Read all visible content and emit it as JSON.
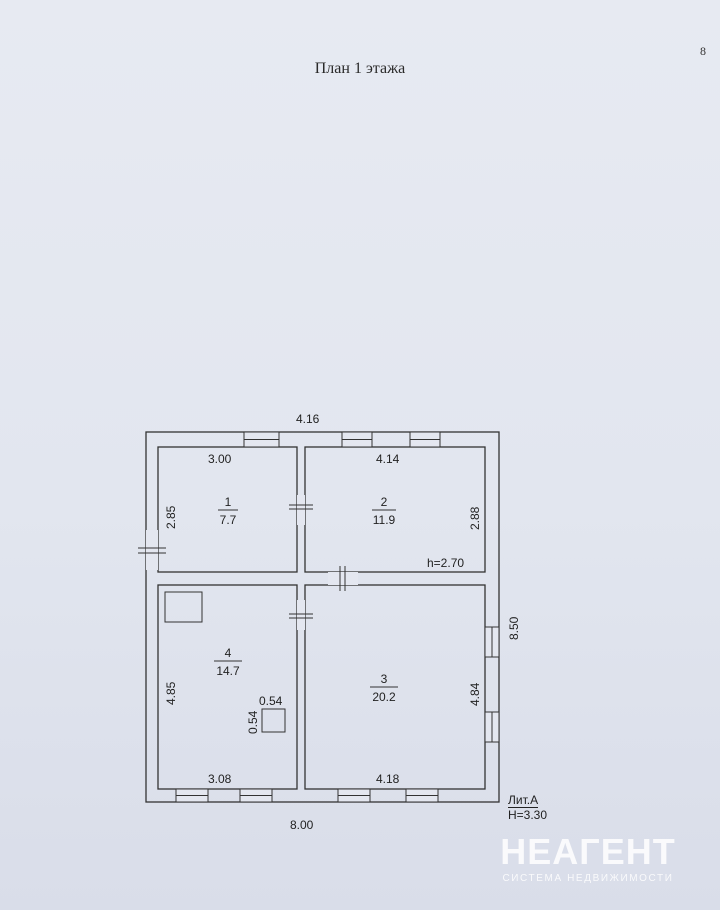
{
  "page": {
    "number": "8",
    "title": "План 1 этажа"
  },
  "plan": {
    "overall_top": "4.16",
    "overall_bottom": "8.00",
    "overall_right": "8.50",
    "ceiling_height": "h=2.70",
    "rooms": [
      {
        "number": "1",
        "area": "7.7",
        "width": "3.00",
        "depth": "2.85"
      },
      {
        "number": "2",
        "area": "11.9",
        "width": "4.14",
        "depth": "2.88"
      },
      {
        "number": "3",
        "area": "20.2",
        "width": "4.18",
        "depth": "4.84"
      },
      {
        "number": "4",
        "area": "14.7",
        "width": "3.08",
        "depth": "4.85"
      }
    ],
    "column": {
      "width": "0.54",
      "depth": "0.54"
    }
  },
  "stamp": {
    "letter": "Лит.А",
    "height": "H=3.30"
  },
  "watermark": {
    "logo": "НЕАГЕНТ",
    "subtitle": "СИСТЕМА НЕДВИЖИМОСТИ"
  }
}
